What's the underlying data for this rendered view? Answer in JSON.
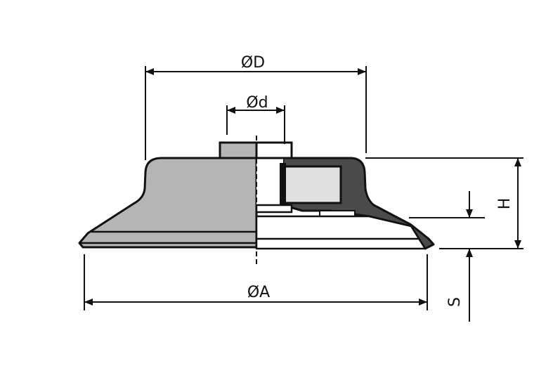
{
  "dimensions": {
    "outer_top_diameter": "ØD",
    "bore_diameter": "Ød",
    "base_diameter": "ØA",
    "height": "H",
    "stroke": "S"
  },
  "colors": {
    "outline": "#111111",
    "exterior_fill": "#b5b5b5",
    "section_fill": "#4a4a4a",
    "insert_fill": "#e0e0e0",
    "background": "#ffffff"
  }
}
